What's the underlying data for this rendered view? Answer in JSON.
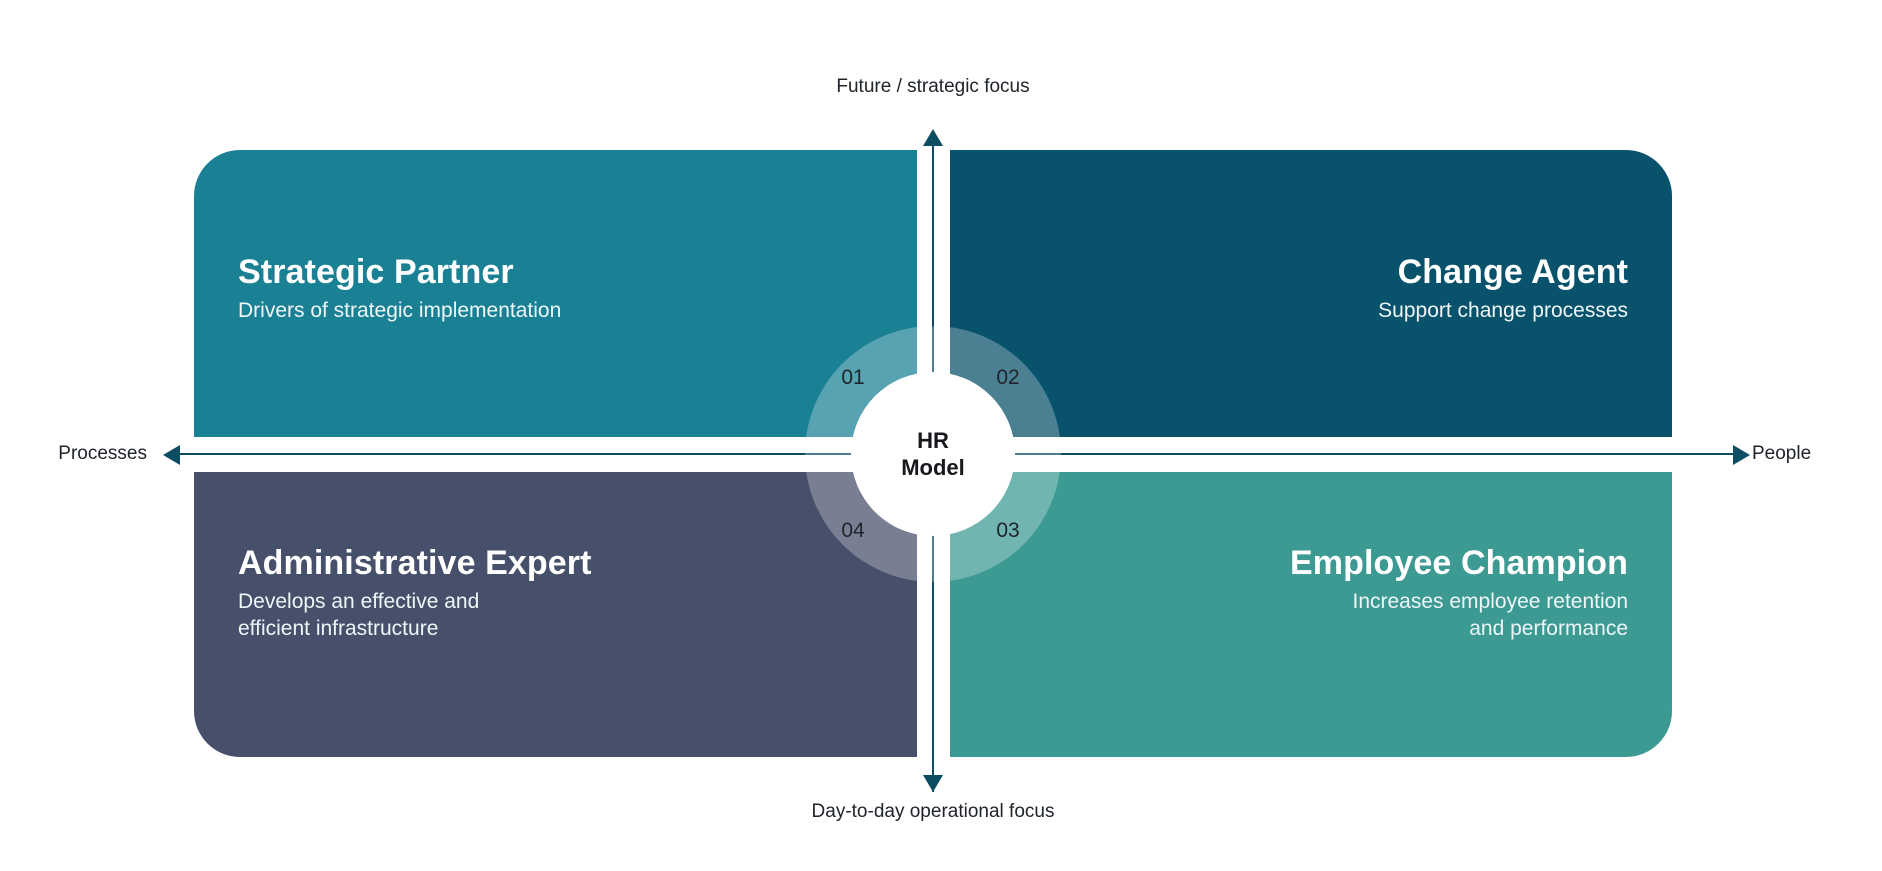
{
  "diagram": {
    "title": "HR Model",
    "center": {
      "line1": "HR",
      "line2": "Model"
    },
    "axes": {
      "vertical_top_label": "Future / strategic focus",
      "vertical_bottom_label": "Day-to-day operational focus",
      "horizontal_left_label": "Processes",
      "horizontal_right_label": "People",
      "axis_color": "#0d4d63",
      "label_color": "#20242b"
    },
    "ring_numbers": {
      "top_left": "01",
      "top_right": "02",
      "bottom_right": "03",
      "bottom_left": "04"
    },
    "quadrants": [
      {
        "id": "strategic-partner",
        "number": "01",
        "position": "top-left",
        "title": "Strategic Partner",
        "subtitle": "Drivers of strategic implementation",
        "color": "#1a8194",
        "text_color": "#ffffff"
      },
      {
        "id": "change-agent",
        "number": "02",
        "position": "top-right",
        "title": "Change Agent",
        "subtitle": "Support change processes",
        "color": "#09526c",
        "text_color": "#ffffff"
      },
      {
        "id": "employee-champion",
        "number": "03",
        "position": "bottom-right",
        "title": "Employee Champion",
        "subtitle": "Increases employee retention and performance",
        "subtitle_line1": "Increases employee retention",
        "subtitle_line2": "and performance",
        "color": "#3c9a92",
        "text_color": "#ffffff"
      },
      {
        "id": "administrative-expert",
        "number": "04",
        "position": "bottom-left",
        "title": "Administrative Expert",
        "subtitle": "Develops an effective and efficient infrastructure",
        "subtitle_line1": "Develops an effective and",
        "subtitle_line2": "efficient infrastructure",
        "color": "#46506a",
        "text_color": "#ffffff"
      }
    ]
  }
}
